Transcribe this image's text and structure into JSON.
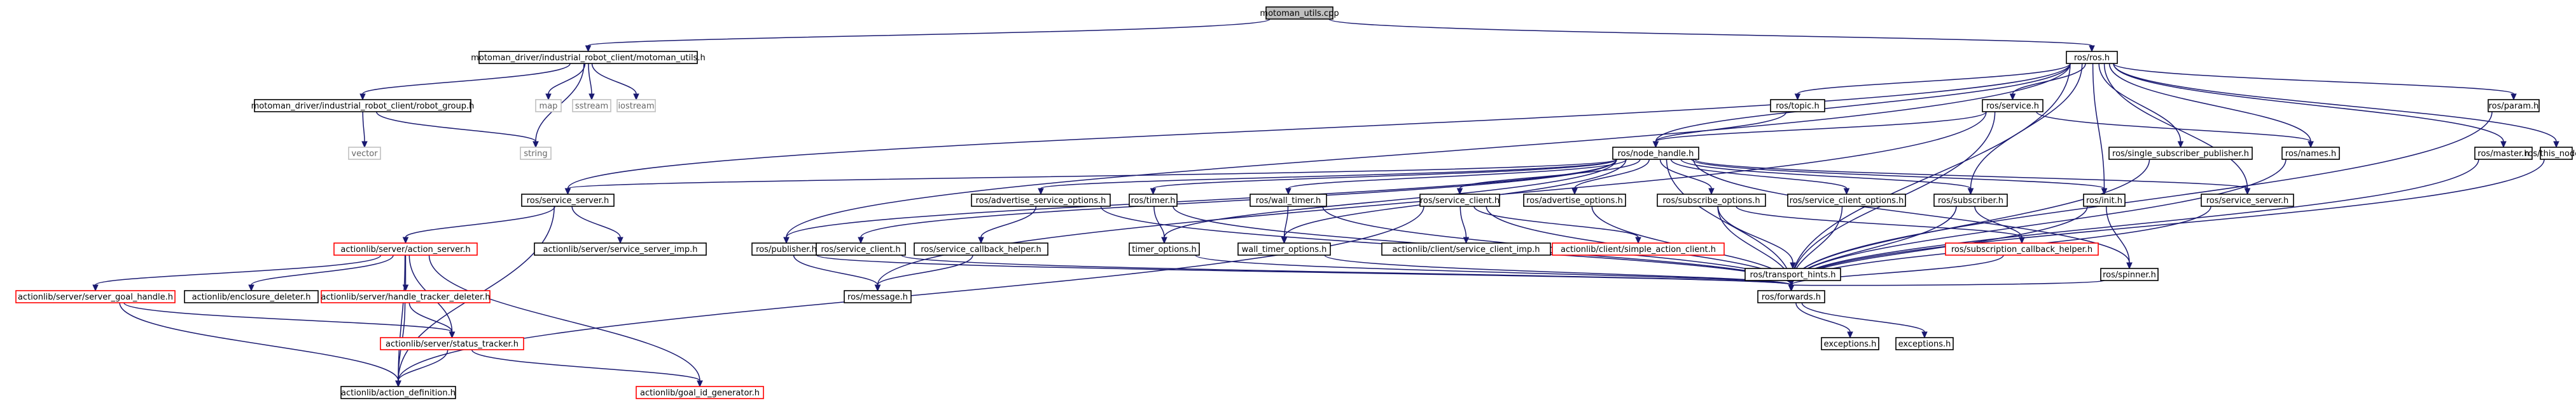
{
  "graph_title": "motoman_utils.cpp",
  "colors": {
    "edge": "#191970",
    "root_fill": "#bfbfbf",
    "normal_border": "#000000",
    "missing_border": "#bfbfbf",
    "incomplete_border": "#ff0000",
    "text": "#000000",
    "missing_text": "#666666"
  },
  "nodes": [
    {
      "id": "root",
      "label": "motoman_utils.cpp",
      "style": "root"
    },
    {
      "id": "mu_h",
      "label": "motoman_driver/industrial_robot_client/motoman_utils.h",
      "style": "normal"
    },
    {
      "id": "ros_h",
      "label": "ros/ros.h",
      "style": "normal"
    },
    {
      "id": "robot_group",
      "label": "motoman_driver/industrial_robot_client/robot_group.h",
      "style": "normal"
    },
    {
      "id": "map",
      "label": "map",
      "style": "missing"
    },
    {
      "id": "sstream",
      "label": "sstream",
      "style": "missing"
    },
    {
      "id": "iostream",
      "label": "iostream",
      "style": "missing"
    },
    {
      "id": "vector",
      "label": "vector",
      "style": "missing"
    },
    {
      "id": "string",
      "label": "string",
      "style": "missing"
    },
    {
      "id": "topic",
      "label": "ros/topic.h",
      "style": "normal"
    },
    {
      "id": "service",
      "label": "ros/service.h",
      "style": "normal"
    },
    {
      "id": "param",
      "label": "ros/param.h",
      "style": "normal"
    },
    {
      "id": "node_handle",
      "label": "ros/node_handle.h",
      "style": "normal"
    },
    {
      "id": "single_sub_pub",
      "label": "ros/single_subscriber_publisher.h",
      "style": "normal"
    },
    {
      "id": "names",
      "label": "ros/names.h",
      "style": "normal"
    },
    {
      "id": "master",
      "label": "ros/master.h",
      "style": "normal"
    },
    {
      "id": "this_node",
      "label": "ros/this_node.h",
      "style": "normal"
    },
    {
      "id": "ros_service_server_h",
      "label": "ros/service_server.h",
      "style": "normal"
    },
    {
      "id": "adv_srv_opts",
      "label": "ros/advertise_service_options.h",
      "style": "normal"
    },
    {
      "id": "timer",
      "label": "ros/timer.h",
      "style": "normal"
    },
    {
      "id": "wall_timer",
      "label": "ros/wall_timer.h",
      "style": "normal"
    },
    {
      "id": "service_client",
      "label": "ros/service_client.h",
      "style": "normal"
    },
    {
      "id": "adv_opts",
      "label": "ros/advertise_options.h",
      "style": "normal"
    },
    {
      "id": "sub_opts",
      "label": "ros/subscribe_options.h",
      "style": "normal"
    },
    {
      "id": "srv_client_opts",
      "label": "ros/service_client_options.h",
      "style": "normal"
    },
    {
      "id": "subscriber",
      "label": "ros/subscriber.h",
      "style": "normal"
    },
    {
      "id": "init",
      "label": "ros/init.h",
      "style": "normal"
    },
    {
      "id": "service_server_ros",
      "label": "ros/service_server.h",
      "style": "normal"
    },
    {
      "id": "srv_server_imp",
      "label": "actionlib/server/service_server_imp.h",
      "style": "normal"
    },
    {
      "id": "action_server",
      "label": "actionlib/server/action_server.h",
      "style": "incomplete"
    },
    {
      "id": "publisher",
      "label": "ros/publisher.h",
      "style": "normal"
    },
    {
      "id": "srv_client_h",
      "label": "ros/service_client.h",
      "style": "normal"
    },
    {
      "id": "srv_cb_helper",
      "label": "ros/service_callback_helper.h",
      "style": "normal"
    },
    {
      "id": "timer_opts",
      "label": "timer_options.h",
      "style": "normal"
    },
    {
      "id": "wall_timer_opts",
      "label": "wall_timer_options.h",
      "style": "normal"
    },
    {
      "id": "srv_client_imp",
      "label": "actionlib/client/service_client_imp.h",
      "style": "normal"
    },
    {
      "id": "simple_action_client",
      "label": "actionlib/client/simple_action_client.h",
      "style": "incomplete"
    },
    {
      "id": "transport_hints",
      "label": "ros/transport_hints.h",
      "style": "normal"
    },
    {
      "id": "sub_cb_helper",
      "label": "ros/subscription_callback_helper.h",
      "style": "incomplete"
    },
    {
      "id": "spinner",
      "label": "ros/spinner.h",
      "style": "normal"
    },
    {
      "id": "server_goal_handle",
      "label": "actionlib/server/server_goal_handle.h",
      "style": "incomplete"
    },
    {
      "id": "enclosure_deleter",
      "label": "actionlib/enclosure_deleter.h",
      "style": "normal"
    },
    {
      "id": "handle_tracker_deleter",
      "label": "actionlib/server/handle_tracker_deleter.h",
      "style": "incomplete"
    },
    {
      "id": "message",
      "label": "ros/message.h",
      "style": "normal"
    },
    {
      "id": "forwards",
      "label": "ros/forwards.h",
      "style": "normal"
    },
    {
      "id": "status_tracker",
      "label": "actionlib/server/status_tracker.h",
      "style": "incomplete"
    },
    {
      "id": "action_definition",
      "label": "actionlib/action_definition.h",
      "style": "normal"
    },
    {
      "id": "goal_id_gen",
      "label": "actionlib/goal_id_generator.h",
      "style": "incomplete"
    },
    {
      "id": "exceptions1",
      "label": "exceptions.h",
      "style": "normal"
    },
    {
      "id": "exceptions2",
      "label": "exceptions.h",
      "style": "normal"
    }
  ],
  "edges": [
    [
      "root",
      "mu_h"
    ],
    [
      "root",
      "ros_h"
    ],
    [
      "mu_h",
      "robot_group"
    ],
    [
      "mu_h",
      "map"
    ],
    [
      "mu_h",
      "sstream"
    ],
    [
      "mu_h",
      "iostream"
    ],
    [
      "mu_h",
      "string"
    ],
    [
      "robot_group",
      "vector"
    ],
    [
      "robot_group",
      "string"
    ],
    [
      "ros_h",
      "topic"
    ],
    [
      "ros_h",
      "service"
    ],
    [
      "ros_h",
      "param"
    ],
    [
      "ros_h",
      "node_handle"
    ],
    [
      "ros_h",
      "single_sub_pub"
    ],
    [
      "ros_h",
      "names"
    ],
    [
      "ros_h",
      "master"
    ],
    [
      "ros_h",
      "this_node"
    ],
    [
      "ros_h",
      "ros_service_server_h"
    ],
    [
      "ros_h",
      "publisher"
    ],
    [
      "ros_h",
      "subscriber"
    ],
    [
      "ros_h",
      "init"
    ],
    [
      "ros_h",
      "service_server_ros"
    ],
    [
      "ros_h",
      "forwards"
    ],
    [
      "topic",
      "node_handle"
    ],
    [
      "service",
      "node_handle"
    ],
    [
      "service",
      "names"
    ],
    [
      "service",
      "forwards"
    ],
    [
      "service",
      "message"
    ],
    [
      "node_handle",
      "ros_service_server_h"
    ],
    [
      "node_handle",
      "adv_srv_opts"
    ],
    [
      "node_handle",
      "timer"
    ],
    [
      "node_handle",
      "wall_timer"
    ],
    [
      "node_handle",
      "service_client"
    ],
    [
      "node_handle",
      "adv_opts"
    ],
    [
      "node_handle",
      "sub_opts"
    ],
    [
      "node_handle",
      "srv_client_opts"
    ],
    [
      "node_handle",
      "subscriber"
    ],
    [
      "node_handle",
      "init"
    ],
    [
      "node_handle",
      "service_server_ros"
    ],
    [
      "node_handle",
      "publisher"
    ],
    [
      "node_handle",
      "srv_client_h"
    ],
    [
      "node_handle",
      "timer_opts"
    ],
    [
      "node_handle",
      "wall_timer_opts"
    ],
    [
      "node_handle",
      "spinner"
    ],
    [
      "node_handle",
      "forwards"
    ],
    [
      "single_sub_pub",
      "forwards"
    ],
    [
      "names",
      "forwards"
    ],
    [
      "master",
      "forwards"
    ],
    [
      "this_node",
      "forwards"
    ],
    [
      "param",
      "forwards"
    ],
    [
      "ros_service_server_h",
      "action_server"
    ],
    [
      "ros_service_server_h",
      "srv_server_imp"
    ],
    [
      "ros_service_server_h",
      "action_definition"
    ],
    [
      "action_server",
      "server_goal_handle"
    ],
    [
      "action_server",
      "enclosure_deleter"
    ],
    [
      "action_server",
      "handle_tracker_deleter"
    ],
    [
      "action_server",
      "status_tracker"
    ],
    [
      "action_server",
      "action_definition"
    ],
    [
      "action_server",
      "goal_id_gen"
    ],
    [
      "server_goal_handle",
      "status_tracker"
    ],
    [
      "server_goal_handle",
      "action_definition"
    ],
    [
      "handle_tracker_deleter",
      "status_tracker"
    ],
    [
      "handle_tracker_deleter",
      "action_definition"
    ],
    [
      "status_tracker",
      "action_definition"
    ],
    [
      "status_tracker",
      "goal_id_gen"
    ],
    [
      "adv_srv_opts",
      "srv_cb_helper"
    ],
    [
      "adv_srv_opts",
      "forwards"
    ],
    [
      "srv_cb_helper",
      "message"
    ],
    [
      "timer",
      "timer_opts"
    ],
    [
      "timer",
      "forwards"
    ],
    [
      "timer_opts",
      "forwards"
    ],
    [
      "wall_timer",
      "wall_timer_opts"
    ],
    [
      "wall_timer",
      "forwards"
    ],
    [
      "wall_timer_opts",
      "forwards"
    ],
    [
      "service_client",
      "srv_client_imp"
    ],
    [
      "service_client",
      "simple_action_client"
    ],
    [
      "service_client",
      "forwards"
    ],
    [
      "service_client",
      "action_definition"
    ],
    [
      "adv_opts",
      "forwards"
    ],
    [
      "sub_opts",
      "transport_hints"
    ],
    [
      "sub_opts",
      "sub_cb_helper"
    ],
    [
      "sub_opts",
      "forwards"
    ],
    [
      "transport_hints",
      "forwards"
    ],
    [
      "srv_client_opts",
      "forwards"
    ],
    [
      "subscriber",
      "sub_cb_helper"
    ],
    [
      "subscriber",
      "forwards"
    ],
    [
      "sub_cb_helper",
      "forwards"
    ],
    [
      "init",
      "spinner"
    ],
    [
      "init",
      "forwards"
    ],
    [
      "spinner",
      "forwards"
    ],
    [
      "service_server_ros",
      "forwards"
    ],
    [
      "publisher",
      "message"
    ],
    [
      "publisher",
      "forwards"
    ],
    [
      "srv_client_h",
      "forwards"
    ],
    [
      "forwards",
      "exceptions1"
    ],
    [
      "forwards",
      "exceptions2"
    ]
  ]
}
